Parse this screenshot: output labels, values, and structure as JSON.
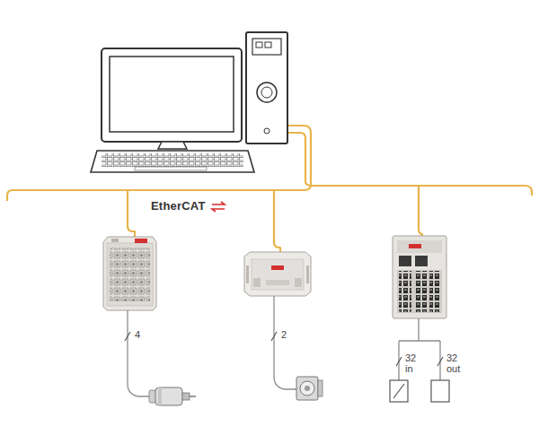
{
  "diagram": {
    "labels": [
      "EtherCAT",
      "4",
      "2",
      "32 in",
      "32 out"
    ]
  }
}
